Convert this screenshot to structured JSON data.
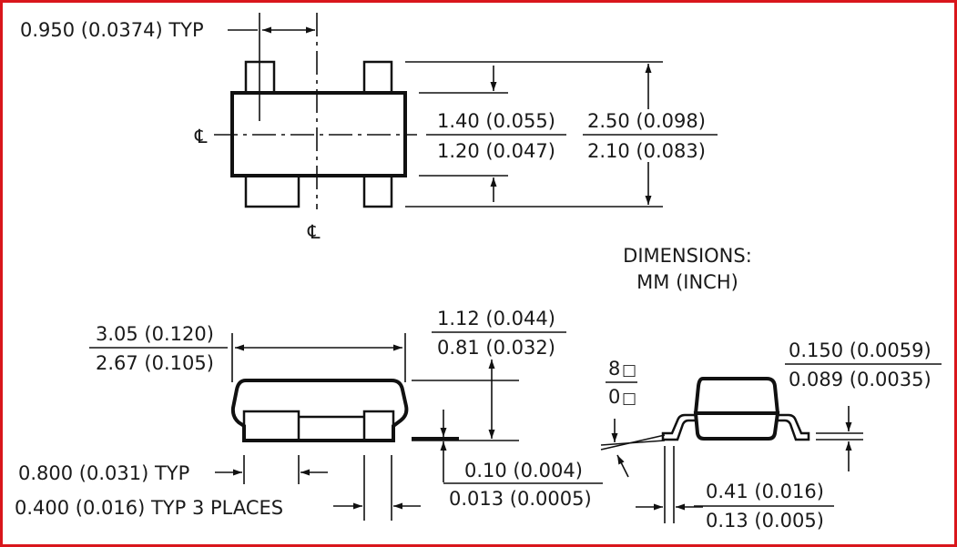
{
  "colors": {
    "frame": "#d9161c",
    "ink": "#111111"
  },
  "top_view": {
    "lead_pitch": "0.950 (0.0374) TYP",
    "centerline_symbol": "℄",
    "body_width_max": "1.40 (0.055)",
    "body_width_min": "1.20 (0.047)",
    "overall_width_max": "2.50 (0.098)",
    "overall_width_min": "2.10 (0.083)"
  },
  "units_note": {
    "line1": "DIMENSIONS:",
    "line2": "MM (INCH)"
  },
  "side_view": {
    "length_max": "3.05 (0.120)",
    "length_min": "2.67 (0.105)",
    "height_max": "1.12 (0.044)",
    "height_min": "0.81 (0.032)",
    "lead_spacing": "0.800 (0.031) TYP",
    "lead_width": "0.400 (0.016) TYP 3 PLACES",
    "standoff_max": "0.10 (0.004)",
    "standoff_min": "0.013 (0.0005)"
  },
  "end_view": {
    "angle_max": "8",
    "angle_min": "0",
    "degree_glyph": "□",
    "lead_thickness_max": "0.150 (0.0059)",
    "lead_thickness_min": "0.089 (0.0035)",
    "foot_length_max": "0.41 (0.016)",
    "foot_length_min": "0.13 (0.005)"
  }
}
